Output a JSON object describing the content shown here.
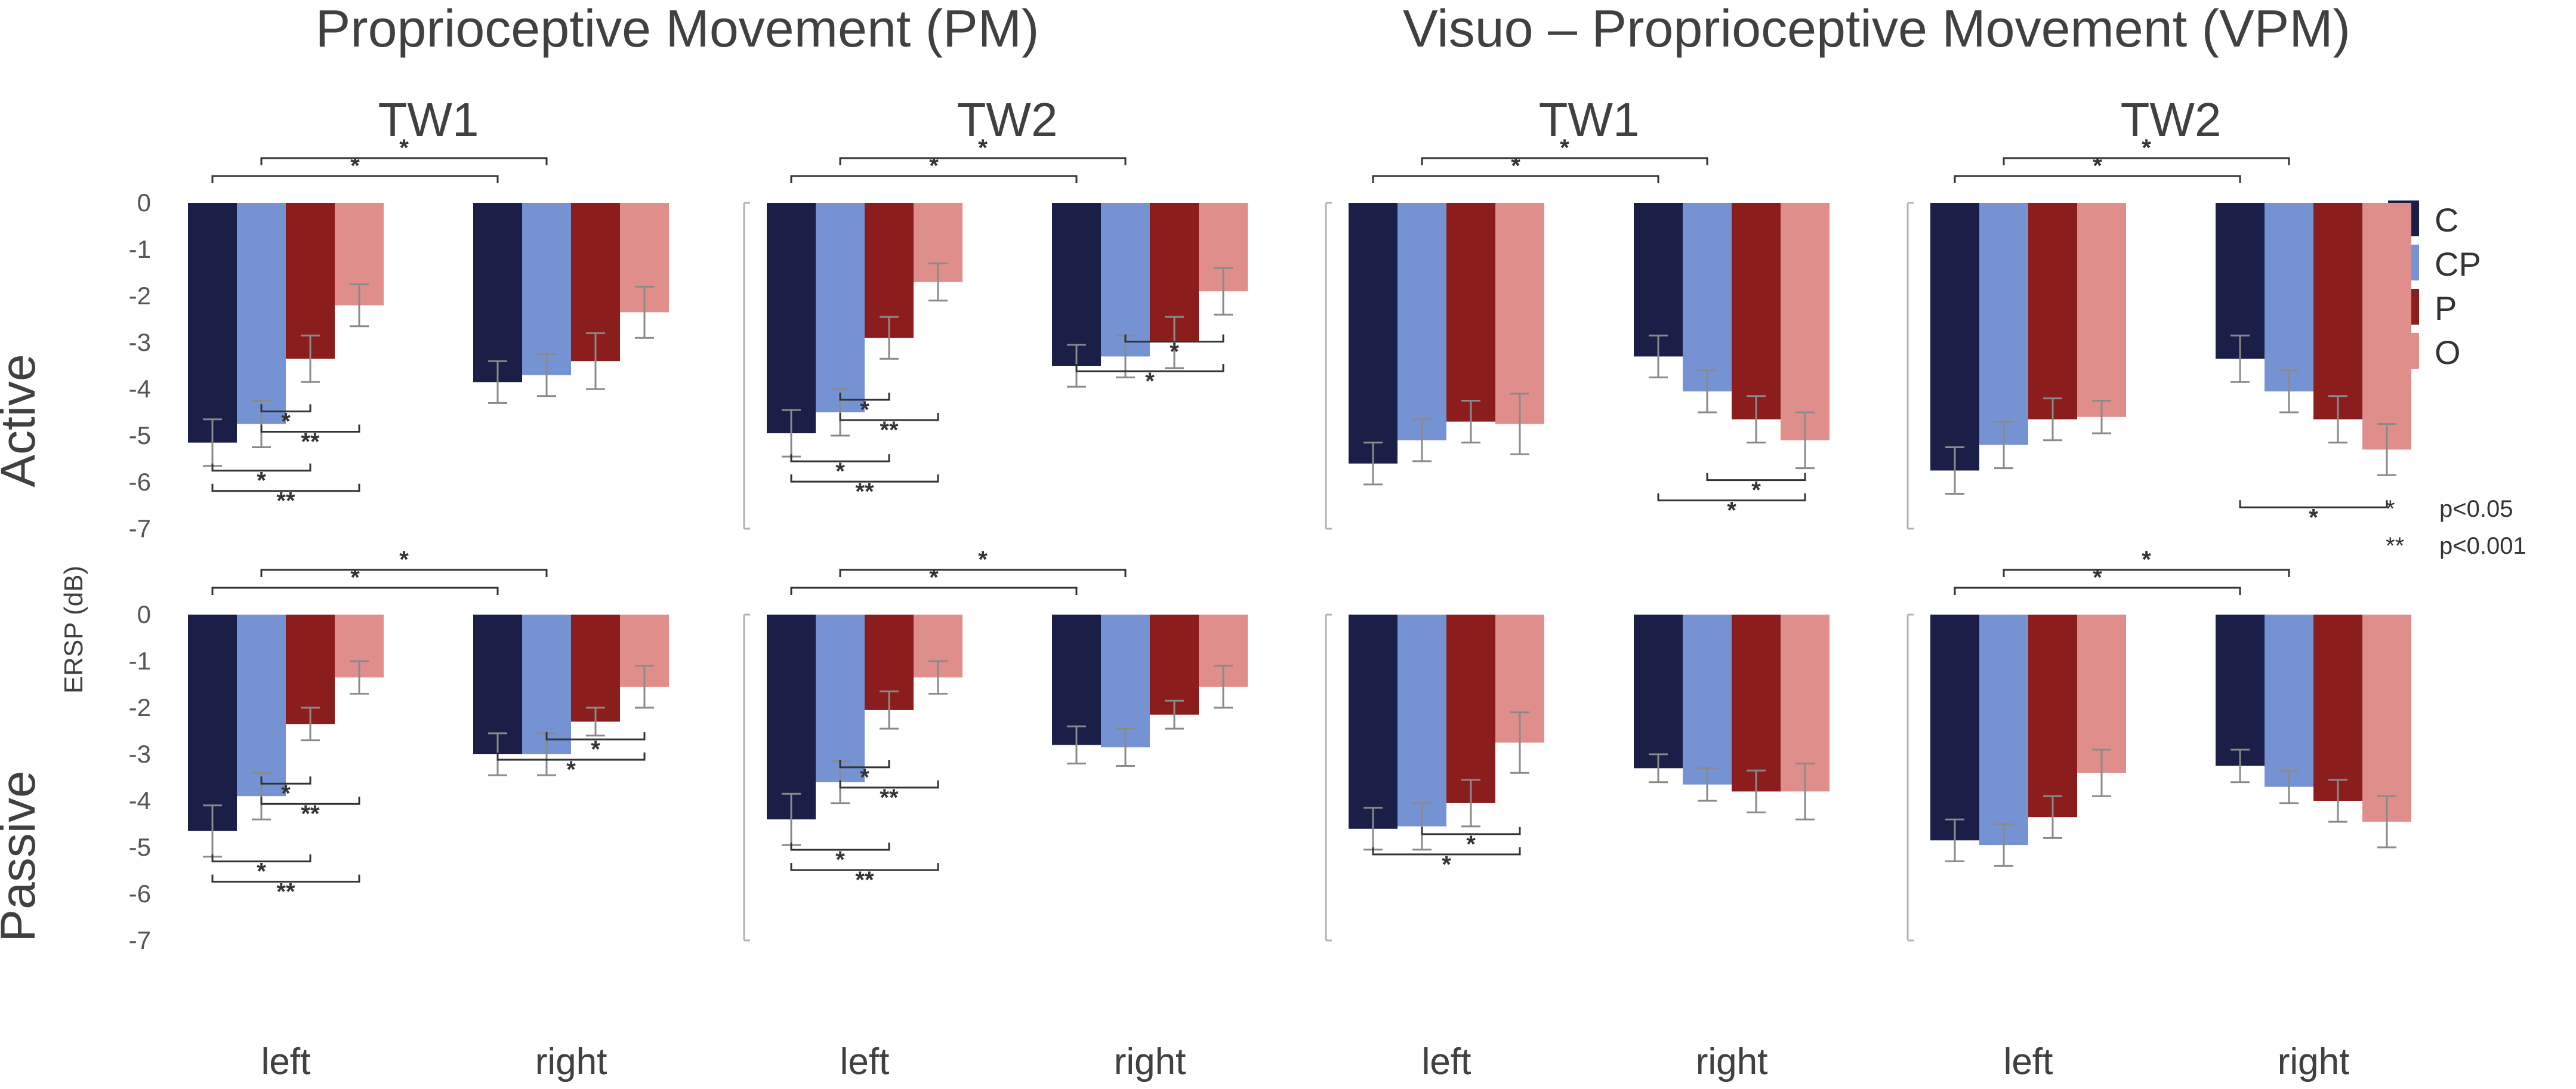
{
  "figure": {
    "section_titles": [
      "Proprioceptive Movement (PM)",
      "Visuo – Proprioceptive Movement (VPM)"
    ],
    "row_labels": [
      "Active",
      "Passive"
    ],
    "ylabel": "ERSP (dB)",
    "legend": [
      "C",
      "CP",
      "P",
      "O"
    ],
    "significance_legend": [
      {
        "stars": "*",
        "text": "p<0.05"
      },
      {
        "stars": "**",
        "text": "p<0.001"
      }
    ]
  },
  "chart_data": [
    {
      "type": "bar",
      "section": "Proprioceptive Movement (PM)",
      "title": "TW1",
      "row": "Active",
      "ylabel": "ERSP (dB)",
      "ylim": [
        -7,
        0
      ],
      "yticks": [
        0,
        -1,
        -2,
        -3,
        -4,
        -5,
        -6,
        -7
      ],
      "categories": [
        "left",
        "right"
      ],
      "axis_line": false,
      "series": [
        {
          "name": "C",
          "values": [
            -5.15,
            -3.85
          ],
          "errors": [
            0.5,
            0.45
          ]
        },
        {
          "name": "CP",
          "values": [
            -4.75,
            -3.7
          ],
          "errors": [
            0.5,
            0.45
          ]
        },
        {
          "name": "P",
          "values": [
            -3.35,
            -3.4
          ],
          "errors": [
            0.5,
            0.6
          ]
        },
        {
          "name": "O",
          "values": [
            -2.2,
            -2.35
          ],
          "errors": [
            0.45,
            0.55
          ]
        }
      ],
      "significance": [
        {
          "a": [
            0,
            0
          ],
          "b": [
            1,
            0
          ],
          "label": "*",
          "side": "top",
          "level": 0
        },
        {
          "a": [
            0,
            1
          ],
          "b": [
            1,
            1
          ],
          "label": "*",
          "side": "top",
          "level": 1
        },
        {
          "a": [
            0,
            1
          ],
          "b": [
            0,
            2
          ],
          "label": "*",
          "side": "bottom",
          "level": 0
        },
        {
          "a": [
            0,
            1
          ],
          "b": [
            0,
            3
          ],
          "label": "**",
          "side": "bottom",
          "level": 1
        },
        {
          "a": [
            0,
            0
          ],
          "b": [
            0,
            2
          ],
          "label": "*",
          "side": "bottom",
          "level": 2
        },
        {
          "a": [
            0,
            0
          ],
          "b": [
            0,
            3
          ],
          "label": "**",
          "side": "bottom",
          "level": 3
        }
      ]
    },
    {
      "type": "bar",
      "section": "Proprioceptive Movement (PM)",
      "title": "TW2",
      "row": "Active",
      "ylim": [
        -7,
        0
      ],
      "categories": [
        "left",
        "right"
      ],
      "axis_line": true,
      "series": [
        {
          "name": "C",
          "values": [
            -4.95,
            -3.5
          ],
          "errors": [
            0.5,
            0.45
          ]
        },
        {
          "name": "CP",
          "values": [
            -4.5,
            -3.3
          ],
          "errors": [
            0.5,
            0.45
          ]
        },
        {
          "name": "P",
          "values": [
            -2.9,
            -3.0
          ],
          "errors": [
            0.45,
            0.55
          ]
        },
        {
          "name": "O",
          "values": [
            -1.7,
            -1.9
          ],
          "errors": [
            0.4,
            0.5
          ]
        }
      ],
      "significance": [
        {
          "a": [
            0,
            0
          ],
          "b": [
            1,
            0
          ],
          "label": "*",
          "side": "top",
          "level": 0
        },
        {
          "a": [
            0,
            1
          ],
          "b": [
            1,
            1
          ],
          "label": "*",
          "side": "top",
          "level": 1
        },
        {
          "a": [
            0,
            1
          ],
          "b": [
            0,
            2
          ],
          "label": "*",
          "side": "bottom",
          "level": 0
        },
        {
          "a": [
            0,
            1
          ],
          "b": [
            0,
            3
          ],
          "label": "**",
          "side": "bottom",
          "level": 1
        },
        {
          "a": [
            0,
            0
          ],
          "b": [
            0,
            2
          ],
          "label": "*",
          "side": "bottom",
          "level": 2
        },
        {
          "a": [
            0,
            0
          ],
          "b": [
            0,
            3
          ],
          "label": "**",
          "side": "bottom",
          "level": 3
        },
        {
          "a": [
            1,
            1
          ],
          "b": [
            1,
            3
          ],
          "label": "*",
          "side": "bottom",
          "level": 0
        },
        {
          "a": [
            1,
            0
          ],
          "b": [
            1,
            3
          ],
          "label": "*",
          "side": "bottom",
          "level": 1
        }
      ]
    },
    {
      "type": "bar",
      "section": "Visuo – Proprioceptive Movement (VPM)",
      "title": "TW1",
      "row": "Active",
      "ylim": [
        -7,
        0
      ],
      "categories": [
        "left",
        "right"
      ],
      "axis_line": true,
      "series": [
        {
          "name": "C",
          "values": [
            -5.6,
            -3.3
          ],
          "errors": [
            0.45,
            0.45
          ]
        },
        {
          "name": "CP",
          "values": [
            -5.1,
            -4.05
          ],
          "errors": [
            0.45,
            0.45
          ]
        },
        {
          "name": "P",
          "values": [
            -4.7,
            -4.65
          ],
          "errors": [
            0.45,
            0.5
          ]
        },
        {
          "name": "O",
          "values": [
            -4.75,
            -5.1
          ],
          "errors": [
            0.65,
            0.6
          ]
        }
      ],
      "significance": [
        {
          "a": [
            0,
            0
          ],
          "b": [
            1,
            0
          ],
          "label": "*",
          "side": "top",
          "level": 0
        },
        {
          "a": [
            0,
            1
          ],
          "b": [
            1,
            1
          ],
          "label": "*",
          "side": "top",
          "level": 1
        },
        {
          "a": [
            1,
            1
          ],
          "b": [
            1,
            3
          ],
          "label": "*",
          "side": "bottom",
          "level": 0
        },
        {
          "a": [
            1,
            0
          ],
          "b": [
            1,
            3
          ],
          "label": "*",
          "side": "bottom",
          "level": 1
        }
      ]
    },
    {
      "type": "bar",
      "section": "Visuo – Proprioceptive Movement (VPM)",
      "title": "TW2",
      "row": "Active",
      "ylim": [
        -7,
        0
      ],
      "categories": [
        "left",
        "right"
      ],
      "axis_line": true,
      "series": [
        {
          "name": "C",
          "values": [
            -5.75,
            -3.35
          ],
          "errors": [
            0.5,
            0.5
          ]
        },
        {
          "name": "CP",
          "values": [
            -5.2,
            -4.05
          ],
          "errors": [
            0.5,
            0.45
          ]
        },
        {
          "name": "P",
          "values": [
            -4.65,
            -4.65
          ],
          "errors": [
            0.45,
            0.5
          ]
        },
        {
          "name": "O",
          "values": [
            -4.6,
            -5.3
          ],
          "errors": [
            0.35,
            0.55
          ]
        }
      ],
      "significance": [
        {
          "a": [
            0,
            0
          ],
          "b": [
            1,
            0
          ],
          "label": "*",
          "side": "top",
          "level": 0
        },
        {
          "a": [
            0,
            1
          ],
          "b": [
            1,
            1
          ],
          "label": "*",
          "side": "top",
          "level": 1
        },
        {
          "a": [
            1,
            0
          ],
          "b": [
            1,
            3
          ],
          "label": "*",
          "side": "bottom",
          "level": 1
        }
      ]
    },
    {
      "type": "bar",
      "section": "Proprioceptive Movement (PM)",
      "title": "TW1",
      "row": "Passive",
      "ylabel": "ERSP (dB)",
      "ylim": [
        -7,
        0
      ],
      "yticks": [
        0,
        -1,
        -2,
        -3,
        -4,
        -5,
        -6,
        -7
      ],
      "categories": [
        "left",
        "right"
      ],
      "axis_line": false,
      "series": [
        {
          "name": "C",
          "values": [
            -4.65,
            -3.0
          ],
          "errors": [
            0.55,
            0.45
          ]
        },
        {
          "name": "CP",
          "values": [
            -3.9,
            -3.0
          ],
          "errors": [
            0.5,
            0.45
          ]
        },
        {
          "name": "P",
          "values": [
            -2.35,
            -2.3
          ],
          "errors": [
            0.35,
            0.3
          ]
        },
        {
          "name": "O",
          "values": [
            -1.35,
            -1.55
          ],
          "errors": [
            0.35,
            0.45
          ]
        }
      ],
      "significance": [
        {
          "a": [
            0,
            0
          ],
          "b": [
            1,
            0
          ],
          "label": "*",
          "side": "top",
          "level": 0
        },
        {
          "a": [
            0,
            1
          ],
          "b": [
            1,
            1
          ],
          "label": "*",
          "side": "top",
          "level": 1
        },
        {
          "a": [
            0,
            1
          ],
          "b": [
            0,
            2
          ],
          "label": "*",
          "side": "bottom",
          "level": 0
        },
        {
          "a": [
            0,
            1
          ],
          "b": [
            0,
            3
          ],
          "label": "**",
          "side": "bottom",
          "level": 1
        },
        {
          "a": [
            0,
            0
          ],
          "b": [
            0,
            2
          ],
          "label": "*",
          "side": "bottom",
          "level": 2
        },
        {
          "a": [
            0,
            0
          ],
          "b": [
            0,
            3
          ],
          "label": "**",
          "side": "bottom",
          "level": 3
        },
        {
          "a": [
            1,
            1
          ],
          "b": [
            1,
            3
          ],
          "label": "*",
          "side": "bottom",
          "level": 0
        },
        {
          "a": [
            1,
            0
          ],
          "b": [
            1,
            3
          ],
          "label": "*",
          "side": "bottom",
          "level": 1
        }
      ]
    },
    {
      "type": "bar",
      "section": "Proprioceptive Movement (PM)",
      "title": "TW2",
      "row": "Passive",
      "ylim": [
        -7,
        0
      ],
      "categories": [
        "left",
        "right"
      ],
      "axis_line": true,
      "series": [
        {
          "name": "C",
          "values": [
            -4.4,
            -2.8
          ],
          "errors": [
            0.55,
            0.4
          ]
        },
        {
          "name": "CP",
          "values": [
            -3.6,
            -2.85
          ],
          "errors": [
            0.45,
            0.4
          ]
        },
        {
          "name": "P",
          "values": [
            -2.05,
            -2.15
          ],
          "errors": [
            0.4,
            0.3
          ]
        },
        {
          "name": "O",
          "values": [
            -1.35,
            -1.55
          ],
          "errors": [
            0.35,
            0.45
          ]
        }
      ],
      "significance": [
        {
          "a": [
            0,
            0
          ],
          "b": [
            1,
            0
          ],
          "label": "*",
          "side": "top",
          "level": 0
        },
        {
          "a": [
            0,
            1
          ],
          "b": [
            1,
            1
          ],
          "label": "*",
          "side": "top",
          "level": 1
        },
        {
          "a": [
            0,
            1
          ],
          "b": [
            0,
            2
          ],
          "label": "*",
          "side": "bottom",
          "level": 0
        },
        {
          "a": [
            0,
            1
          ],
          "b": [
            0,
            3
          ],
          "label": "**",
          "side": "bottom",
          "level": 1
        },
        {
          "a": [
            0,
            0
          ],
          "b": [
            0,
            2
          ],
          "label": "*",
          "side": "bottom",
          "level": 2
        },
        {
          "a": [
            0,
            0
          ],
          "b": [
            0,
            3
          ],
          "label": "**",
          "side": "bottom",
          "level": 3
        }
      ]
    },
    {
      "type": "bar",
      "section": "Visuo – Proprioceptive Movement (VPM)",
      "title": "TW1",
      "row": "Passive",
      "ylim": [
        -7,
        0
      ],
      "categories": [
        "left",
        "right"
      ],
      "axis_line": true,
      "series": [
        {
          "name": "C",
          "values": [
            -4.6,
            -3.3
          ],
          "errors": [
            0.45,
            0.3
          ]
        },
        {
          "name": "CP",
          "values": [
            -4.55,
            -3.65
          ],
          "errors": [
            0.5,
            0.35
          ]
        },
        {
          "name": "P",
          "values": [
            -4.05,
            -3.8
          ],
          "errors": [
            0.5,
            0.45
          ]
        },
        {
          "name": "O",
          "values": [
            -2.75,
            -3.8
          ],
          "errors": [
            0.65,
            0.6
          ]
        }
      ],
      "significance": [
        {
          "a": [
            0,
            1
          ],
          "b": [
            0,
            3
          ],
          "label": "*",
          "side": "bottom",
          "level": 1
        },
        {
          "a": [
            0,
            0
          ],
          "b": [
            0,
            3
          ],
          "label": "*",
          "side": "bottom",
          "level": 2
        }
      ]
    },
    {
      "type": "bar",
      "section": "Visuo – Proprioceptive Movement (VPM)",
      "title": "TW2",
      "row": "Passive",
      "ylim": [
        -7,
        0
      ],
      "categories": [
        "left",
        "right"
      ],
      "axis_line": true,
      "series": [
        {
          "name": "C",
          "values": [
            -4.85,
            -3.25
          ],
          "errors": [
            0.45,
            0.35
          ]
        },
        {
          "name": "CP",
          "values": [
            -4.95,
            -3.7
          ],
          "errors": [
            0.45,
            0.35
          ]
        },
        {
          "name": "P",
          "values": [
            -4.35,
            -4.0
          ],
          "errors": [
            0.45,
            0.45
          ]
        },
        {
          "name": "O",
          "values": [
            -3.4,
            -4.45
          ],
          "errors": [
            0.5,
            0.55
          ]
        }
      ],
      "significance": [
        {
          "a": [
            0,
            0
          ],
          "b": [
            1,
            0
          ],
          "label": "*",
          "side": "top",
          "level": 0
        },
        {
          "a": [
            0,
            1
          ],
          "b": [
            1,
            1
          ],
          "label": "*",
          "side": "top",
          "level": 1
        }
      ]
    }
  ],
  "colors": {
    "C": "#1b1e47",
    "CP": "#7592d2",
    "P": "#8b1e1d",
    "O": "#df8e8c",
    "error_bar": "#8a8a8a",
    "axis": "#b3b3b3",
    "bracket": "#333333"
  }
}
